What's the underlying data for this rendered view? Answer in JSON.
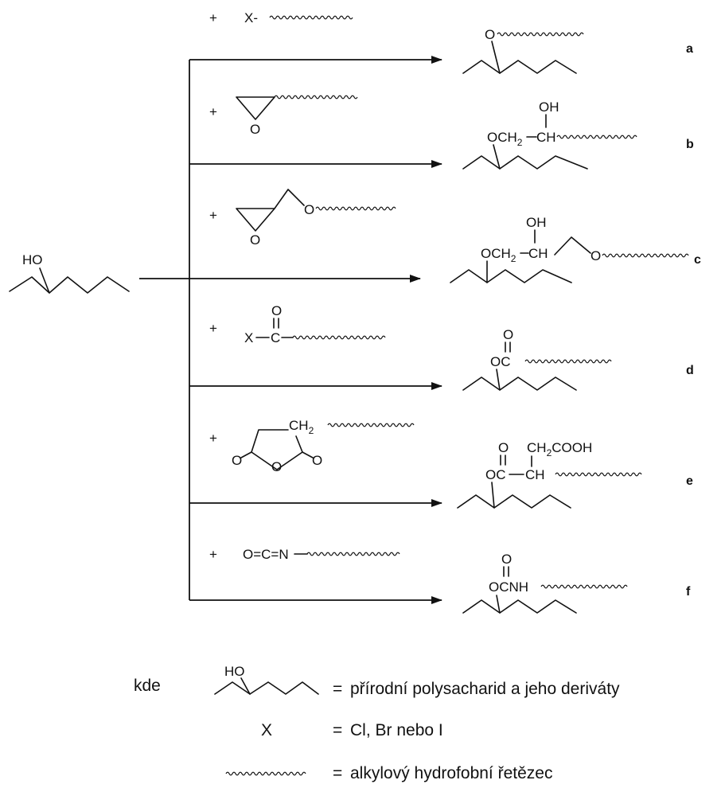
{
  "start": {
    "hydroxyl": "HO"
  },
  "reagents": {
    "a": {
      "plus": "+",
      "halide": "X-"
    },
    "b": {
      "plus": "+",
      "ring_o": "O"
    },
    "c": {
      "plus": "+",
      "ring_o": "O",
      "ether_o": "O"
    },
    "d": {
      "plus": "+",
      "carbonyl_o": "O",
      "x": "X",
      "c": "C"
    },
    "e": {
      "plus": "+",
      "ch2": "CH",
      "ch2_sub": "2",
      "ring_o": "O",
      "left_o": "O",
      "right_o": "O"
    },
    "f": {
      "plus": "+",
      "isocyanate": "O=C=N"
    }
  },
  "products": {
    "a": {
      "ether_o": "O"
    },
    "b": {
      "oh": "OH",
      "och2": "OCH",
      "sub2": "2",
      "ch": "CH"
    },
    "c": {
      "oh": "OH",
      "och2": "OCH",
      "sub2": "2",
      "ch": "CH",
      "ether_o": "O"
    },
    "d": {
      "carbonyl_o": "O",
      "oc": "OC"
    },
    "e": {
      "carbonyl_o": "O",
      "ch2cooh": "CH",
      "ch2cooh_sub": "2",
      "ch2cooh_rest": "COOH",
      "oc": "OC",
      "dash": "–",
      "ch": "CH"
    },
    "f": {
      "carbonyl_o": "O",
      "ocnh": "OCNH"
    }
  },
  "row_labels": [
    "a",
    "b",
    "c",
    "d",
    "e",
    "f"
  ],
  "legend": {
    "kde": "kde",
    "hydroxyl": "HO",
    "eq1": "=",
    "def1": "přírodní polysacharid a jeho deriváty",
    "x": "X",
    "eq2": "=",
    "def2": "Cl, Br nebo I",
    "eq3": "=",
    "def3": "alkylový hydrofobní řetězec"
  }
}
